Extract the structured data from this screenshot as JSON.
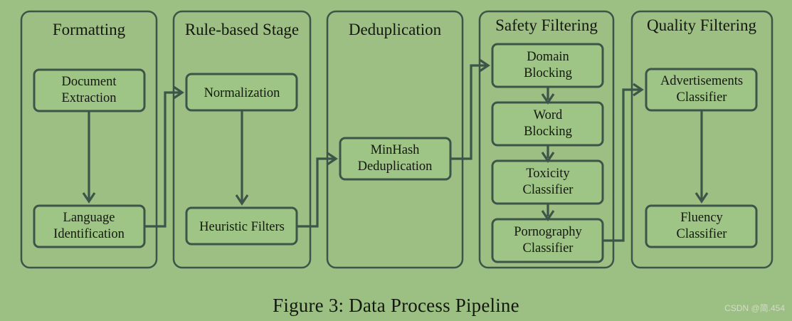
{
  "figure": {
    "caption": "Figure 3: Data Process Pipeline",
    "watermark": "CSDN @简.454",
    "background_color": "#9cbf83",
    "panel_color": "#9dbf84",
    "node_color": "#9ec486",
    "border_color": "#3d5449",
    "text_color": "#14180f"
  },
  "chart_data": {
    "type": "diagram",
    "title": "Figure 3: Data Process Pipeline",
    "layout": "left-to-right pipeline of five stage groups",
    "groups": [
      {
        "id": "formatting",
        "title": "Formatting",
        "nodes": [
          {
            "id": "document-extraction",
            "label_line1": "Document",
            "label_line2": "Extraction"
          },
          {
            "id": "language-identification",
            "label_line1": "Language",
            "label_line2": "Identification"
          }
        ]
      },
      {
        "id": "rule-based-stage",
        "title": "Rule-based Stage",
        "nodes": [
          {
            "id": "normalization",
            "label_line1": "Normalization",
            "label_line2": ""
          },
          {
            "id": "heuristic-filters",
            "label_line1": "Heuristic Filters",
            "label_line2": ""
          }
        ]
      },
      {
        "id": "deduplication",
        "title": "Deduplication",
        "nodes": [
          {
            "id": "minhash-deduplication",
            "label_line1": "MinHash",
            "label_line2": "Deduplication"
          }
        ]
      },
      {
        "id": "safety-filtering",
        "title": "Safety Filtering",
        "nodes": [
          {
            "id": "domain-blocking",
            "label_line1": "Domain",
            "label_line2": "Blocking"
          },
          {
            "id": "word-blocking",
            "label_line1": "Word",
            "label_line2": "Blocking"
          },
          {
            "id": "toxicity-classifier",
            "label_line1": "Toxicity",
            "label_line2": "Classifier"
          },
          {
            "id": "pornography-classifier",
            "label_line1": "Pornography",
            "label_line2": "Classifier"
          }
        ]
      },
      {
        "id": "quality-filtering",
        "title": "Quality Filtering",
        "nodes": [
          {
            "id": "advertisements-classifier",
            "label_line1": "Advertisements",
            "label_line2": "Classifier"
          },
          {
            "id": "fluency-classifier",
            "label_line1": "Fluency",
            "label_line2": "Classifier"
          }
        ]
      }
    ],
    "edges": [
      {
        "from": "document-extraction",
        "to": "language-identification",
        "style": "vertical-arrow"
      },
      {
        "from": "language-identification",
        "to": "normalization",
        "style": "elbow-arrow"
      },
      {
        "from": "normalization",
        "to": "heuristic-filters",
        "style": "vertical-arrow"
      },
      {
        "from": "heuristic-filters",
        "to": "minhash-deduplication",
        "style": "elbow-arrow"
      },
      {
        "from": "minhash-deduplication",
        "to": "domain-blocking",
        "style": "elbow-arrow"
      },
      {
        "from": "domain-blocking",
        "to": "word-blocking",
        "style": "vertical-arrow"
      },
      {
        "from": "word-blocking",
        "to": "toxicity-classifier",
        "style": "vertical-arrow"
      },
      {
        "from": "toxicity-classifier",
        "to": "pornography-classifier",
        "style": "vertical-arrow"
      },
      {
        "from": "pornography-classifier",
        "to": "advertisements-classifier",
        "style": "elbow-arrow"
      },
      {
        "from": "advertisements-classifier",
        "to": "fluency-classifier",
        "style": "vertical-arrow"
      }
    ]
  }
}
